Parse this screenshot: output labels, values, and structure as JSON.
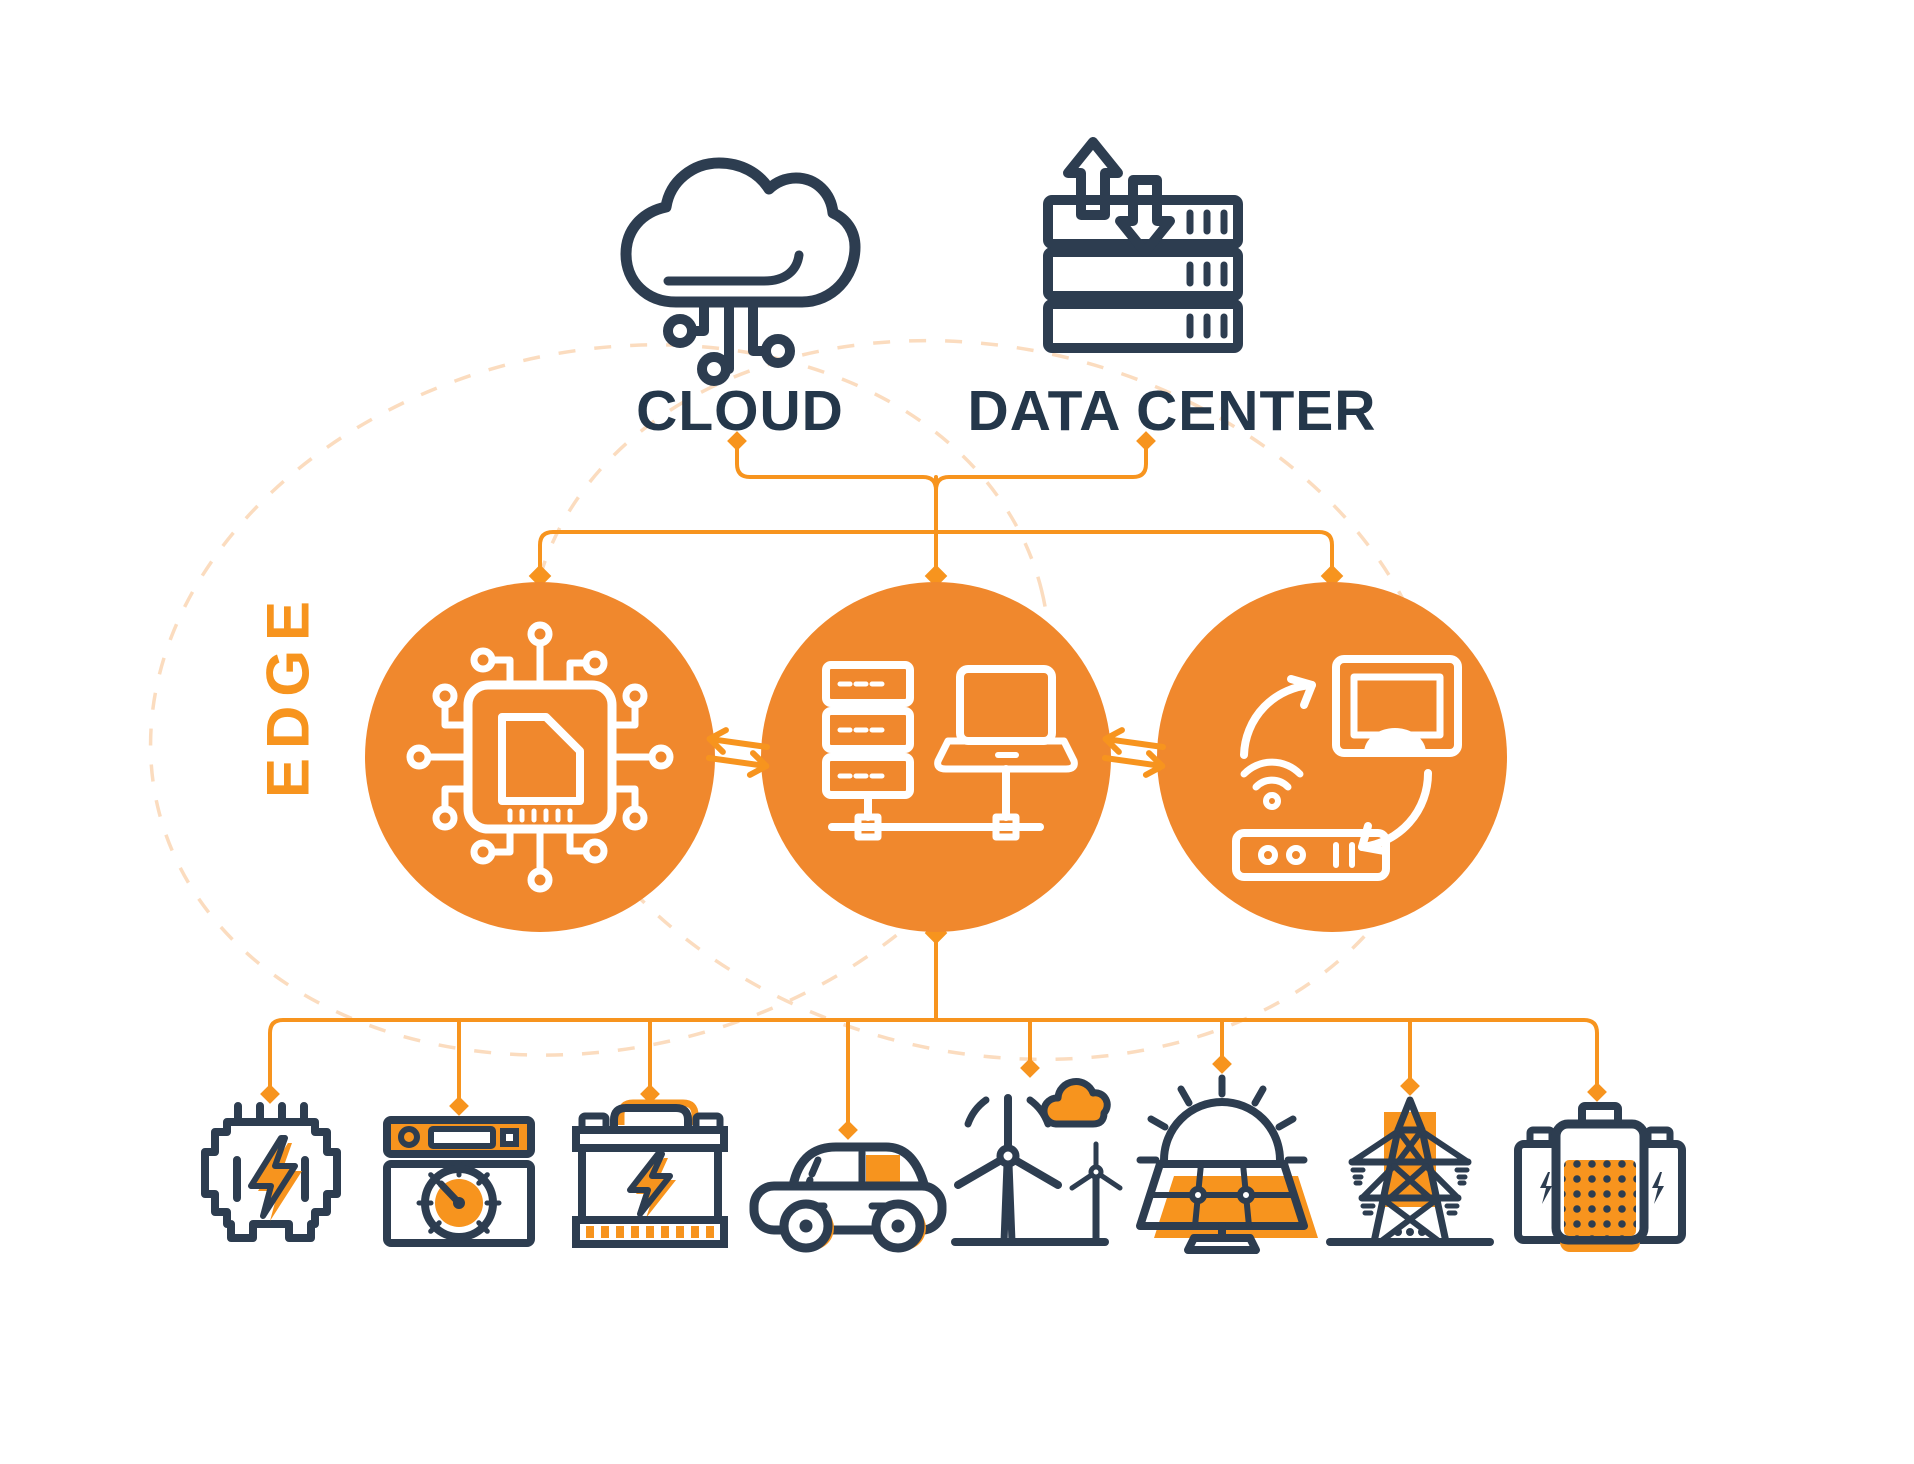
{
  "diagram_title": "",
  "top_nodes": [
    {
      "id": "cloud",
      "label": "CLOUD",
      "icon": "cloud-circuit-icon"
    },
    {
      "id": "data-center",
      "label": "DATA CENTER",
      "icon": "server-stack-arrows-icon"
    }
  ],
  "edge_zone": {
    "label": "EDGE",
    "nodes": [
      {
        "id": "edge-compute-chip",
        "icon": "microchip-icon"
      },
      {
        "id": "edge-server-cluster",
        "icon": "server-laptop-network-icon"
      },
      {
        "id": "edge-device-sync",
        "icon": "router-monitor-sync-icon"
      }
    ],
    "exchange_icon": "bidirectional-arrows-icon"
  },
  "bottom_devices": [
    {
      "id": "electrical-panel",
      "icon": "electrical-panel-icon"
    },
    {
      "id": "smart-meter",
      "icon": "smart-meter-icon"
    },
    {
      "id": "car-battery",
      "icon": "car-battery-icon"
    },
    {
      "id": "electric-car",
      "icon": "electric-car-icon"
    },
    {
      "id": "wind-turbines",
      "icon": "wind-turbines-icon"
    },
    {
      "id": "solar-panel",
      "icon": "solar-panel-icon"
    },
    {
      "id": "transmission-tower",
      "icon": "transmission-tower-icon"
    },
    {
      "id": "battery-pack",
      "icon": "battery-pack-icon"
    }
  ],
  "palette": {
    "circle_orange": "#f0882d",
    "line_orange": "#f7941e",
    "navy": "#2d3d50",
    "text_navy": "#24374a",
    "dashed_peach": "#fbdcbf",
    "background": "#ffffff"
  }
}
